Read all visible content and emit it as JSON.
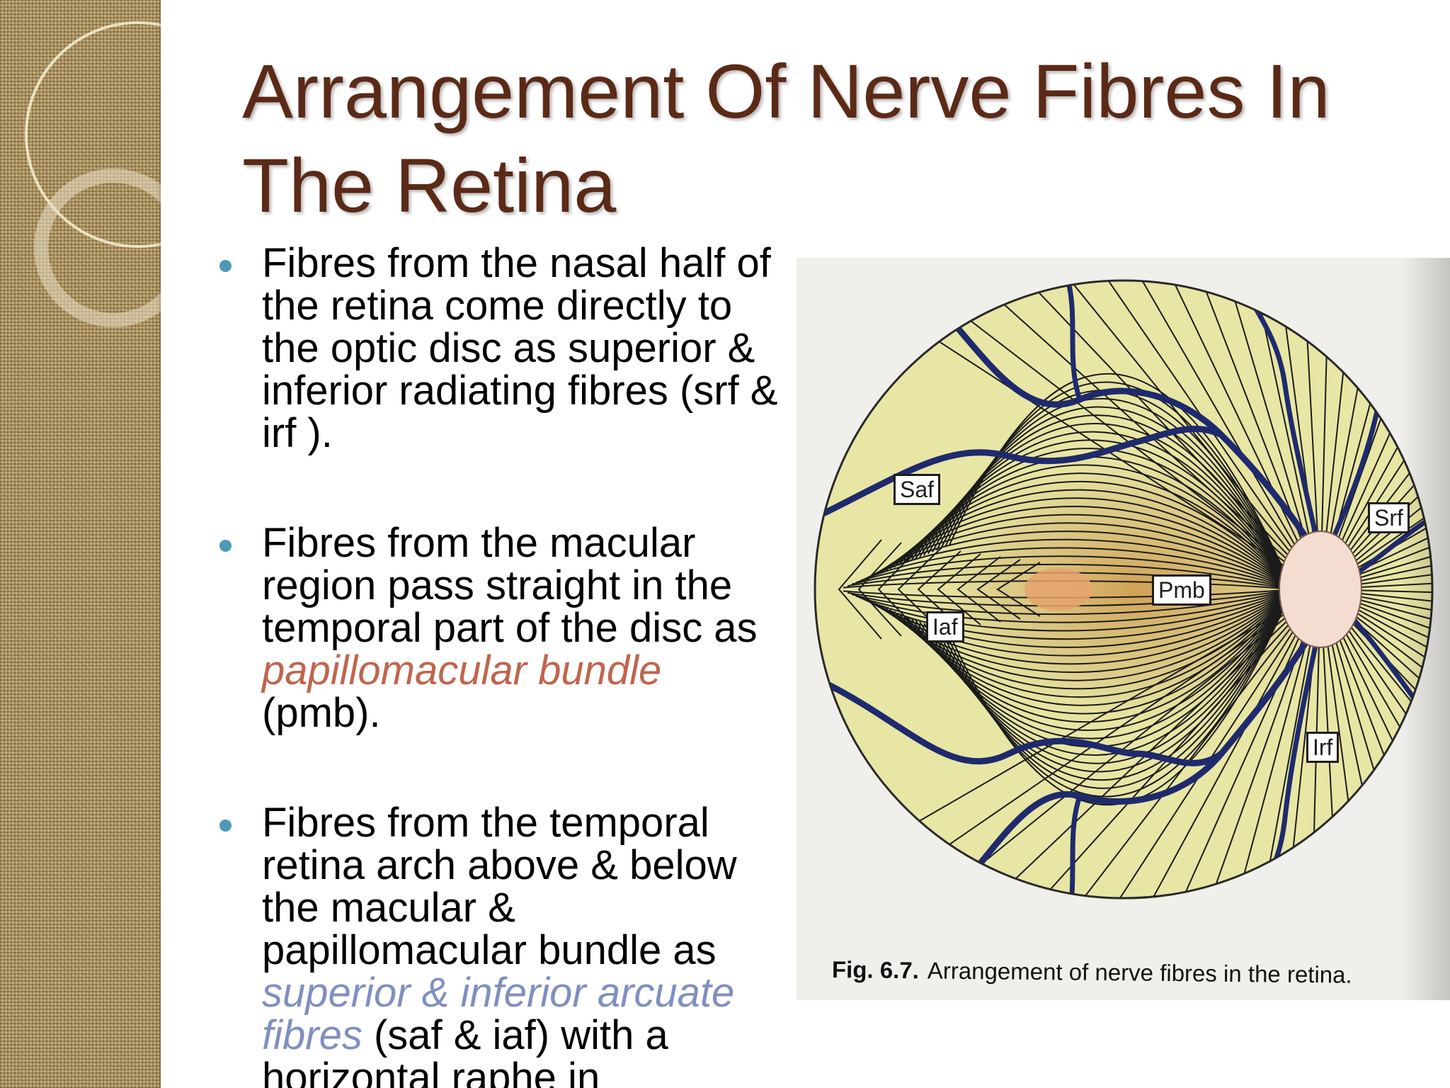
{
  "slide": {
    "title": "Arrangement Of Nerve Fibres In The Retina",
    "bullets": [
      {
        "parts": [
          {
            "text": "Fibres from the nasal half of the retina come directly to the optic disc as superior & inferior radiating fibres (srf & irf ).",
            "style": "plain"
          }
        ]
      },
      {
        "parts": [
          {
            "text": "Fibres from the macular region pass straight in the temporal part of the disc as ",
            "style": "plain"
          },
          {
            "text": "papillomacular bundle",
            "style": "orange"
          },
          {
            "text": " (pmb).",
            "style": "plain"
          }
        ]
      },
      {
        "parts": [
          {
            "text": "Fibres from the temporal retina arch above & below the macular & papillomacular bundle as ",
            "style": "plain"
          },
          {
            "text": "superior & inferior arcuate fibres",
            "style": "blue"
          },
          {
            "text": " (saf & iaf) with a horizontal raphe in",
            "style": "plain"
          }
        ]
      }
    ]
  },
  "figure": {
    "labels": {
      "saf": "Saf",
      "srf": "Srf",
      "pmb": "Pmb",
      "iaf": "Iaf",
      "irf": "Irf"
    },
    "caption_number": "Fig. 6.7.",
    "caption_text": "Arrangement of nerve fibres in the retina."
  },
  "colors": {
    "title": "#5b2a17",
    "bullet_dot": "#4a9ab6",
    "highlight_orange": "#c0654d",
    "highlight_blue": "#7f8fbf",
    "retina_fill": "#e8e6a4",
    "vessel": "#1f2a6e",
    "disc": "#f5dcd0"
  }
}
